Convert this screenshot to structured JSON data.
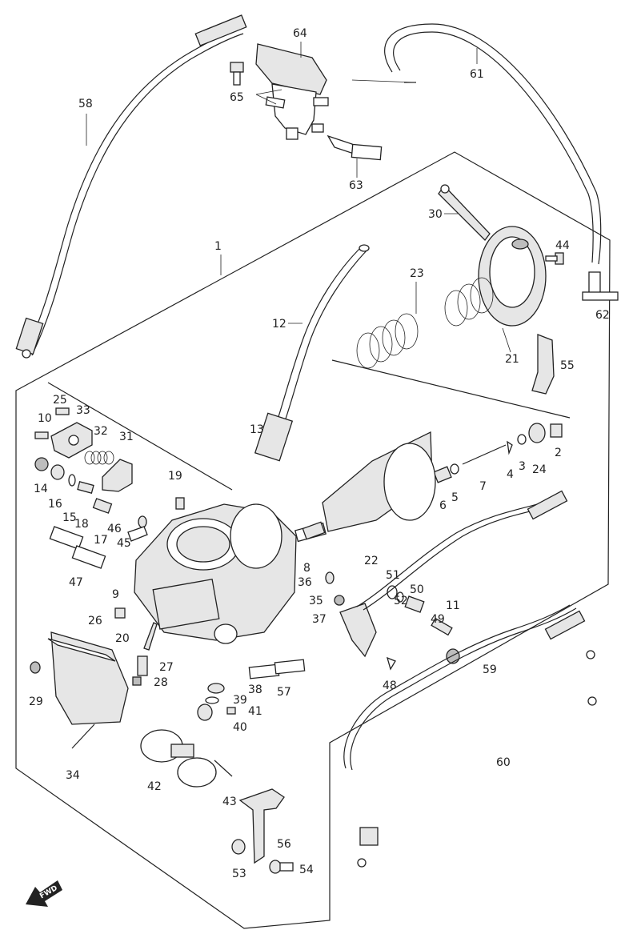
{
  "diagram": {
    "fwd_label": "FWD",
    "callouts": [
      {
        "id": "c1",
        "label": "1"
      },
      {
        "id": "c2",
        "label": "2"
      },
      {
        "id": "c3",
        "label": "3"
      },
      {
        "id": "c4",
        "label": "4"
      },
      {
        "id": "c5",
        "label": "5"
      },
      {
        "id": "c6",
        "label": "6"
      },
      {
        "id": "c7",
        "label": "7"
      },
      {
        "id": "c8",
        "label": "8"
      },
      {
        "id": "c9",
        "label": "9"
      },
      {
        "id": "c10",
        "label": "10"
      },
      {
        "id": "c11",
        "label": "11"
      },
      {
        "id": "c12",
        "label": "12"
      },
      {
        "id": "c13",
        "label": "13"
      },
      {
        "id": "c14",
        "label": "14"
      },
      {
        "id": "c15",
        "label": "15"
      },
      {
        "id": "c16",
        "label": "16"
      },
      {
        "id": "c17",
        "label": "17"
      },
      {
        "id": "c18",
        "label": "18"
      },
      {
        "id": "c19",
        "label": "19"
      },
      {
        "id": "c20",
        "label": "20"
      },
      {
        "id": "c21",
        "label": "21"
      },
      {
        "id": "c22",
        "label": "22"
      },
      {
        "id": "c23",
        "label": "23"
      },
      {
        "id": "c24",
        "label": "24"
      },
      {
        "id": "c25",
        "label": "25"
      },
      {
        "id": "c26",
        "label": "26"
      },
      {
        "id": "c27",
        "label": "27"
      },
      {
        "id": "c28",
        "label": "28"
      },
      {
        "id": "c29",
        "label": "29"
      },
      {
        "id": "c30",
        "label": "30"
      },
      {
        "id": "c31",
        "label": "31"
      },
      {
        "id": "c32",
        "label": "32"
      },
      {
        "id": "c33",
        "label": "33"
      },
      {
        "id": "c34",
        "label": "34"
      },
      {
        "id": "c35",
        "label": "35"
      },
      {
        "id": "c36",
        "label": "36"
      },
      {
        "id": "c37",
        "label": "37"
      },
      {
        "id": "c38",
        "label": "38"
      },
      {
        "id": "c39",
        "label": "39"
      },
      {
        "id": "c40",
        "label": "40"
      },
      {
        "id": "c41",
        "label": "41"
      },
      {
        "id": "c42",
        "label": "42"
      },
      {
        "id": "c43",
        "label": "43"
      },
      {
        "id": "c44",
        "label": "44"
      },
      {
        "id": "c45",
        "label": "45"
      },
      {
        "id": "c46",
        "label": "46"
      },
      {
        "id": "c47",
        "label": "47"
      },
      {
        "id": "c48",
        "label": "48"
      },
      {
        "id": "c49",
        "label": "49"
      },
      {
        "id": "c50",
        "label": "50"
      },
      {
        "id": "c51",
        "label": "51"
      },
      {
        "id": "c52",
        "label": "52"
      },
      {
        "id": "c53",
        "label": "53"
      },
      {
        "id": "c54",
        "label": "54"
      },
      {
        "id": "c55",
        "label": "55"
      },
      {
        "id": "c56",
        "label": "56"
      },
      {
        "id": "c57",
        "label": "57"
      },
      {
        "id": "c58",
        "label": "58"
      },
      {
        "id": "c59",
        "label": "59"
      },
      {
        "id": "c60",
        "label": "60"
      },
      {
        "id": "c61",
        "label": "61"
      },
      {
        "id": "c62",
        "label": "62"
      },
      {
        "id": "c63",
        "label": "63"
      },
      {
        "id": "c64",
        "label": "64"
      },
      {
        "id": "c65",
        "label": "65"
      }
    ]
  }
}
